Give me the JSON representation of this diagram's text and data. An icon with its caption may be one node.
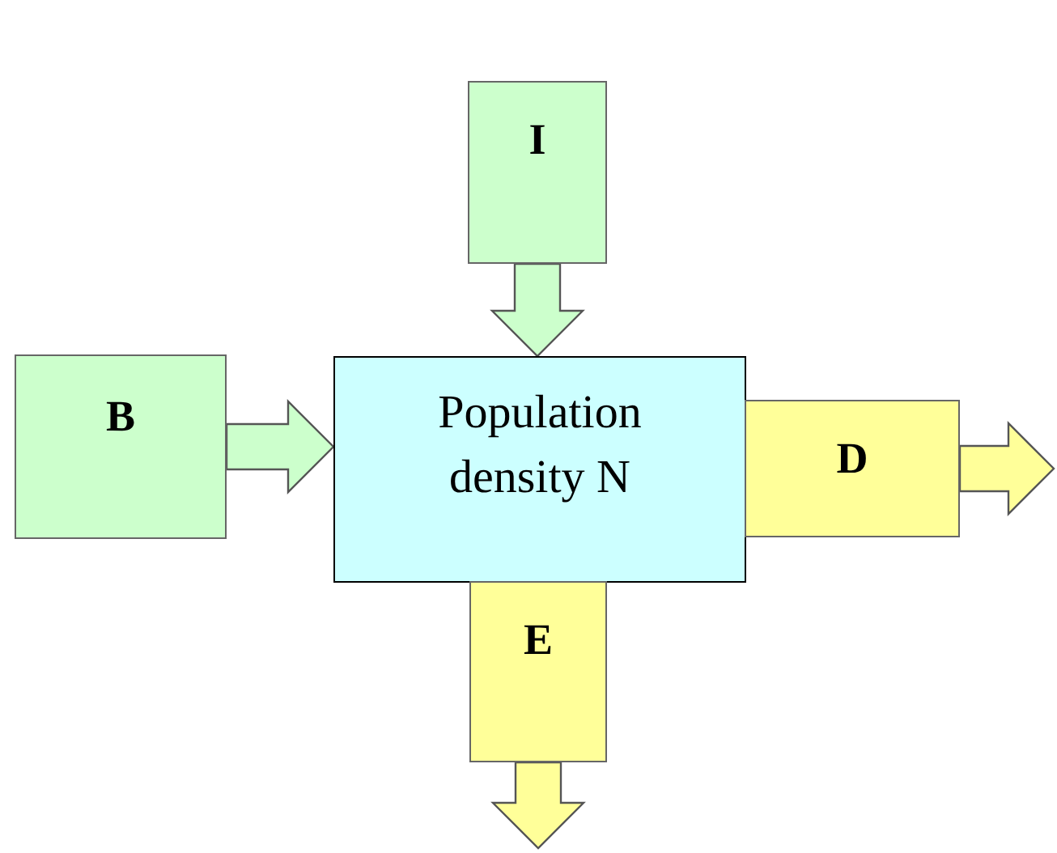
{
  "diagram": {
    "nodes": [
      {
        "text": [
          "I"
        ]
      },
      {
        "text": [
          "B"
        ]
      },
      {
        "text": [
          "Population density N"
        ]
      },
      {
        "text": [
          "D"
        ]
      },
      {
        "text": [
          "E"
        ]
      }
    ],
    "edges": [
      {
        "from": 0,
        "to": 2,
        "arrow": "to"
      },
      {
        "from": 1,
        "to": 2,
        "arrow": "to"
      },
      {
        "from": 3,
        "to": null,
        "arrow": "to"
      },
      {
        "from": 4,
        "to": null,
        "arrow": "to"
      }
    ]
  }
}
